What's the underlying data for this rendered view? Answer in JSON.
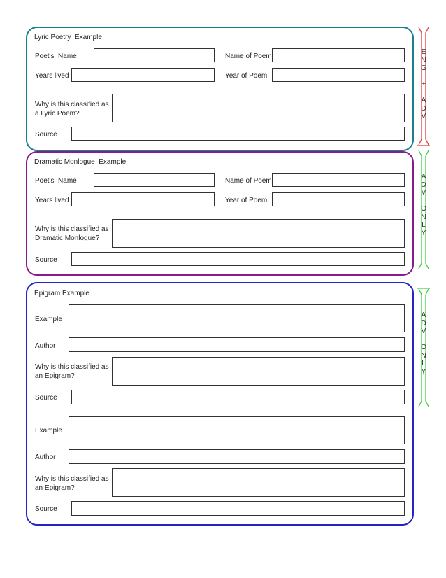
{
  "colors": {
    "lyric": "#1b7f8c",
    "dramatic": "#8b1a8b",
    "epigram": "#2323c8",
    "eng_adv": "#e03a3a",
    "adv_only": "#3bcf3b"
  },
  "lyric": {
    "title": "Lyric Poetry  Example",
    "poet_name_label": "Poet's  Name",
    "name_of_poem_label": "Name of Poem",
    "years_lived_label": "Years lived",
    "year_of_poem_label": "Year of Poem",
    "why_label": "Why is this classified as a Lyric Poem?",
    "source_label": "Source"
  },
  "dramatic": {
    "title": "Dramatic Monlogue  Example",
    "poet_name_label": "Poet's  Name",
    "name_of_poem_label": "Name of Poem",
    "years_lived_label": "Years lived",
    "year_of_poem_label": "Year of Poem",
    "why_label": "Why is this classified as Dramatic Monlogue?",
    "source_label": "Source"
  },
  "epigram": {
    "title": "Epigram Example",
    "example_label": "Example",
    "author_label": "Author",
    "why_label": "Why is this classified as an Epigram?",
    "source_label": "Source",
    "example2_label": "Example",
    "author2_label": "Author",
    "why2_label": "Why is this classified as an Epigram?",
    "source2_label": "Source"
  },
  "side_labels": {
    "eng_adv": [
      "E",
      "N",
      "G",
      "",
      "+",
      "",
      "A",
      "D",
      "V"
    ],
    "adv_only_1": [
      "A",
      "D",
      "V",
      "",
      "O",
      "N",
      "L",
      "Y"
    ],
    "adv_only_2": [
      "A",
      "D",
      "V",
      "",
      "O",
      "N",
      "L",
      "Y"
    ]
  }
}
